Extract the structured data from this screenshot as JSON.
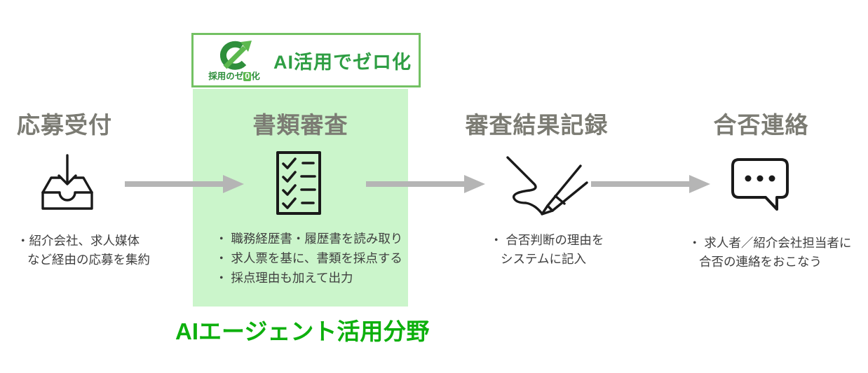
{
  "figure": {
    "type": "process-flow-diagram",
    "description": "Recruitment screening flow with AI-automated step highlighted"
  },
  "badge": {
    "logo_text_left": "採用のゼ",
    "logo_text_zero": "0",
    "logo_text_right": "化",
    "label": "AI活用でゼロ化"
  },
  "caption": "AIエージェント活用分野",
  "steps": [
    {
      "title": "応募受付",
      "icon": "inbox-tray-icon",
      "lines": [
        "・紹介会社、求人媒体",
        "など経由の応募を集約"
      ]
    },
    {
      "title": "書類審査",
      "icon": "checklist-icon",
      "highlighted": true,
      "lines": [
        "・ 職務経歴書・履歴書を読み取り",
        "・ 求人票を基に、書類を採点する",
        "・ 採点理由も加えて出力"
      ]
    },
    {
      "title": "審査結果記録",
      "icon": "pen-writing-icon",
      "lines": [
        "・ 合否判断の理由を",
        "システムに記入"
      ]
    },
    {
      "title": "合否連絡",
      "icon": "speech-bubble-icon",
      "lines": [
        "・ 求人者／紹介会社担当者に",
        "合否の連絡をおこなう"
      ]
    }
  ],
  "colors": {
    "highlight_panel": "#cbf5cb",
    "badge_border": "#73c163",
    "badge_text": "#2e9e43",
    "logo_dark_green": "#2f8f3c",
    "logo_light_green": "#5cb84e",
    "caption_green": "#0db00d",
    "title_gray": "#7b7b73",
    "body_gray": "#3f3f3f",
    "arrow_gray": "#b5b5b5",
    "icon_black": "#1a1a1a"
  }
}
